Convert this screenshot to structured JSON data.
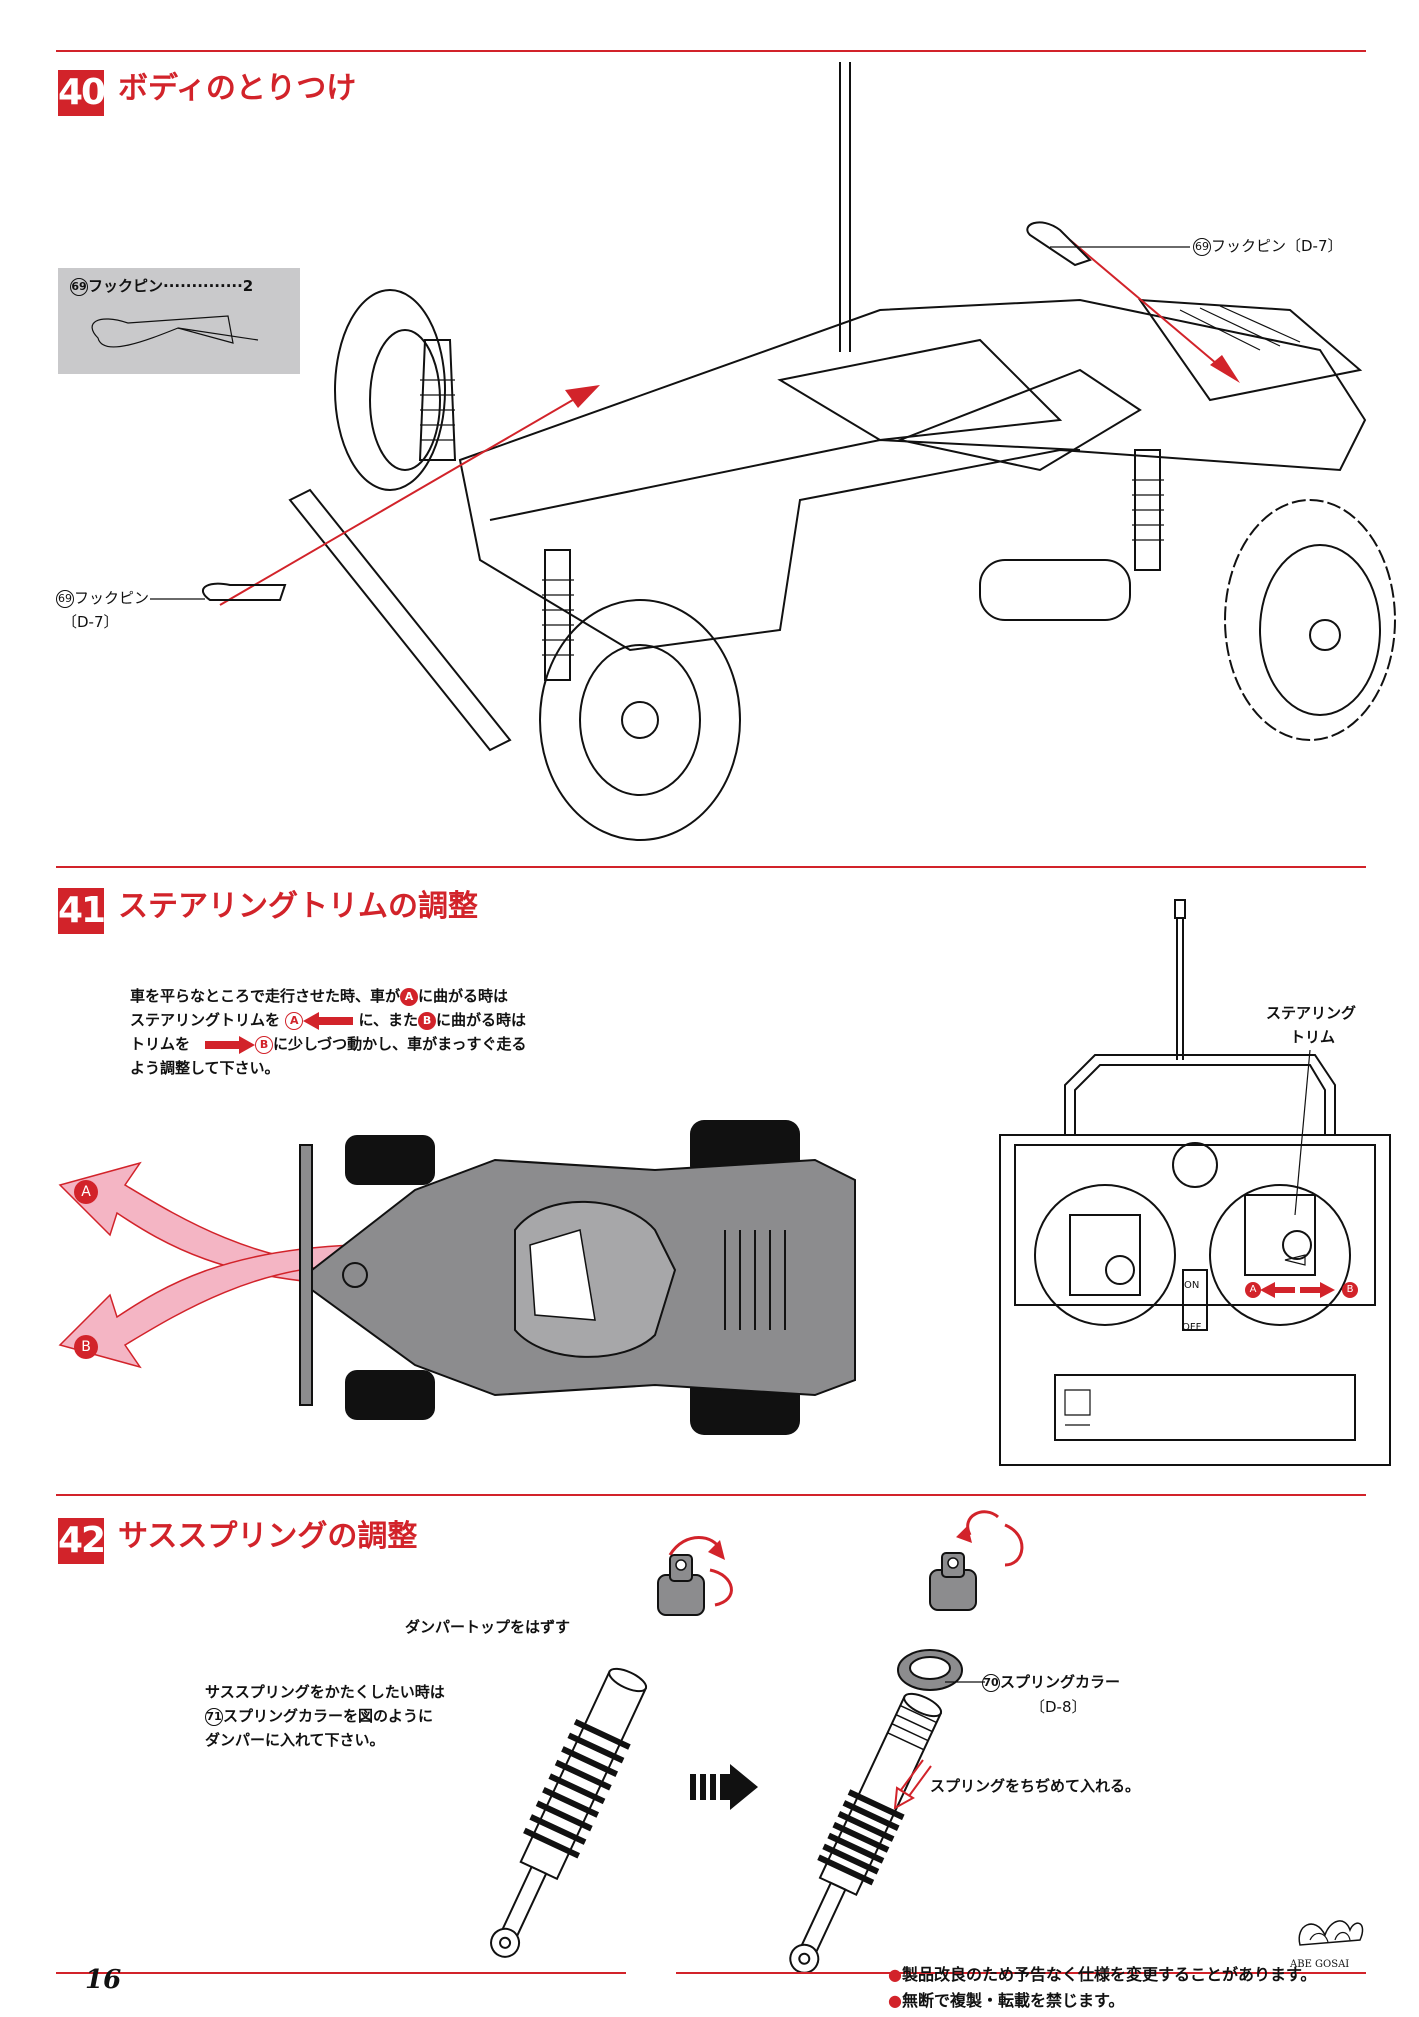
{
  "section40": {
    "number": "40",
    "title": "ボディのとりつけ",
    "parts_box": {
      "part_no": "69",
      "part_name": "フックピン",
      "dots": "··············",
      "qty": "2"
    },
    "callout_top": {
      "part_no": "69",
      "text": "フックピン〔D-7〕"
    },
    "callout_left_line1": {
      "part_no": "69",
      "text": "フックピン"
    },
    "callout_left_line2": "〔D-7〕"
  },
  "section41": {
    "number": "41",
    "title": "ステアリングトリムの調整",
    "instructions": {
      "line1a": "車を平らなところで走行させた時、車が",
      "line1b": "に曲がる時は",
      "line2a": "ステアリングトリムを",
      "line2b": "に、また",
      "line2c": "に曲がる時は",
      "line3a": "トリムを",
      "line3b": "に少しづつ動かし、車がまっすぐ走る",
      "line4": "よう調整して下さい。"
    },
    "marker_a": "A",
    "marker_b": "B",
    "trim_label_line1": "ステアリング",
    "trim_label_line2": "トリム",
    "switch_on": "ON",
    "switch_off": "OFF"
  },
  "section42": {
    "number": "42",
    "title": "サススプリングの調整",
    "damper_top_label": "ダンパートップをはずす",
    "instructions": {
      "line1": "サススプリングをかたくしたい時は",
      "line2_no": "71",
      "line2": "スプリングカラーを図のように",
      "line3": "ダンパーに入れて下さい。"
    },
    "collar_label": {
      "part_no": "70",
      "text": "スプリングカラー",
      "ref": "〔D-8〕"
    },
    "compress_label": "スプリングをちぢめて入れる。"
  },
  "footer": {
    "page_number": "16",
    "note1": "製品改良のため予告なく仕様を変更することがあります。",
    "note2": "無断で複製・転載を禁じます。",
    "logo_text": "ABE GOSAI"
  },
  "colors": {
    "accent": "#d2232a",
    "pink_arrow": "#f4b5c4",
    "body_gray": "#8c8c8e"
  }
}
